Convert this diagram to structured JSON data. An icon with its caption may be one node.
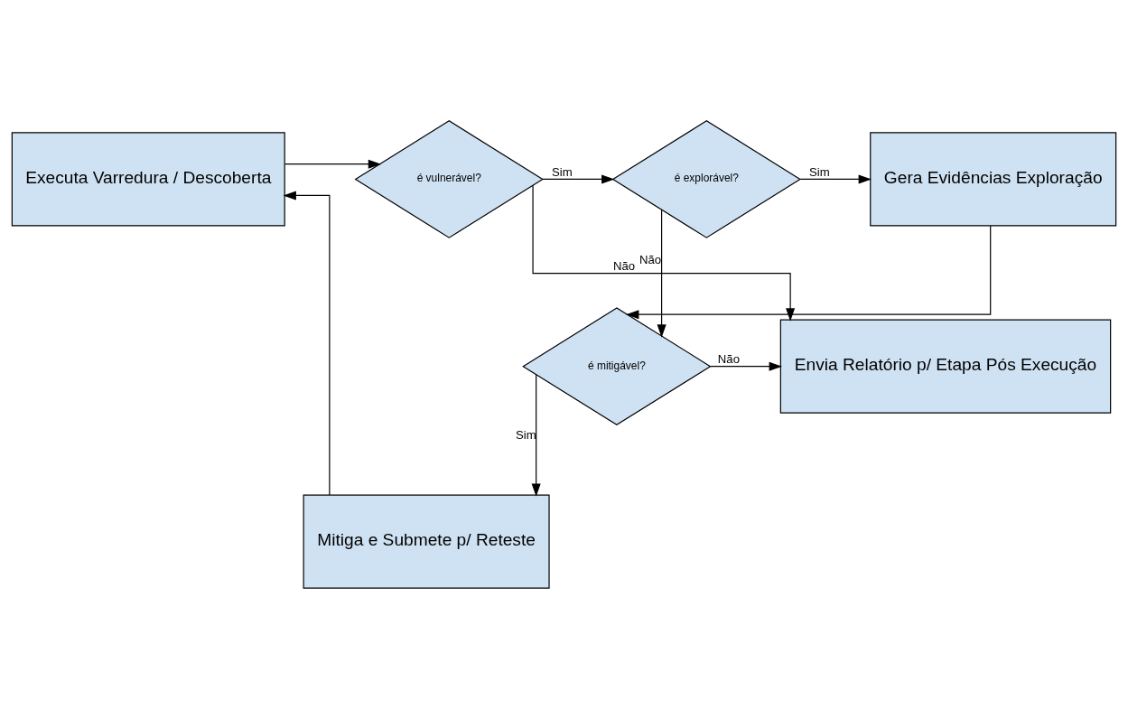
{
  "diagram": {
    "nodes": [
      {
        "text": [
          "Executa Varredura / Descoberta"
        ]
      },
      {
        "text": [
          "é vulnerável?"
        ]
      },
      {
        "text": [
          "é explorável?"
        ]
      },
      {
        "text": [
          "Gera Evidências Exploração"
        ]
      },
      {
        "text": [
          "Envia Relatório p/ Etapa Pós Execução"
        ]
      },
      {
        "text": [
          "é mitigável?"
        ]
      },
      {
        "text": [
          "Mitiga e Submete p/ Reteste"
        ]
      }
    ],
    "edges": [
      {
        "from": 0,
        "to": 1,
        "arrow": "to"
      },
      {
        "from": 1,
        "to": 2,
        "arrow": "to",
        "label": "Sim"
      },
      {
        "from": 2,
        "to": 3,
        "arrow": "to",
        "label": "Sim"
      },
      {
        "from": 1,
        "to": 4,
        "arrow": "to",
        "label": "Não"
      },
      {
        "from": 2,
        "to": 5,
        "arrow": "to",
        "label": "Não"
      },
      {
        "from": 3,
        "to": 5,
        "arrow": "to"
      },
      {
        "from": 5,
        "to": 4,
        "arrow": "to",
        "label": "Não"
      },
      {
        "from": 5,
        "to": 6,
        "arrow": "to",
        "label": "Sim"
      },
      {
        "from": 6,
        "to": 0,
        "arrow": "to"
      }
    ]
  }
}
